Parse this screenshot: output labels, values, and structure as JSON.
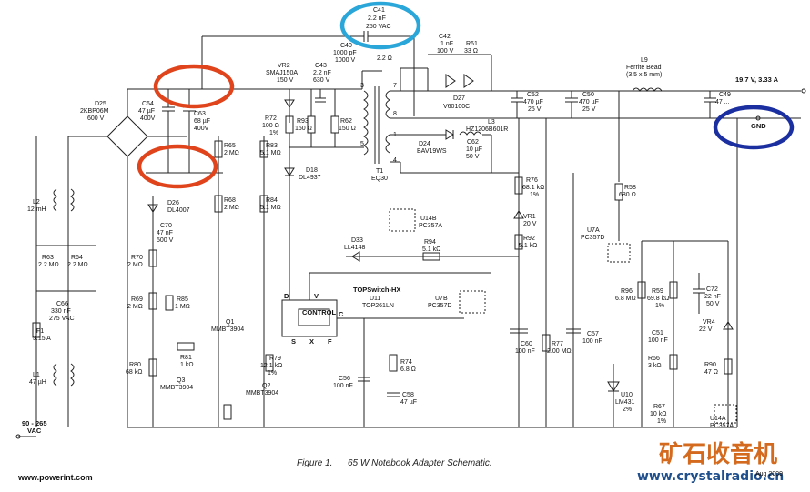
{
  "components": {
    "C41": [
      "C41",
      "2.2 nF",
      "250 VAC"
    ],
    "C40": [
      "C40",
      "1000 pF",
      "1000 V"
    ],
    "C42": [
      "C42",
      "1 nF",
      "100 V"
    ],
    "R61": [
      "R61",
      "33 Ω"
    ],
    "R_22": [
      "2.2 Ω"
    ],
    "D27": [
      "D27",
      "V60100C"
    ],
    "VR2": [
      "VR2",
      "SMAJ150A",
      "150 V"
    ],
    "C43": [
      "C43",
      "2.2 nF",
      "630 V"
    ],
    "D25": [
      "D25",
      "2KBP06M",
      "600 V"
    ],
    "C64": [
      "C64",
      "47 µF",
      "400V"
    ],
    "C63": [
      "C63",
      "68 µF",
      "400V"
    ],
    "R72": [
      "R72",
      "100 Ω",
      "1%"
    ],
    "R93": [
      "R93",
      "150 Ω"
    ],
    "R62": [
      "R62",
      "150 Ω"
    ],
    "R65": [
      "R65",
      "2 MΩ"
    ],
    "R83": [
      "R83",
      "5.1 MΩ"
    ],
    "D18": [
      "D18",
      "DL4937"
    ],
    "T1": [
      "T1",
      "EQ30"
    ],
    "D24": [
      "D24",
      "BAV19WS"
    ],
    "L3": [
      "L3",
      "HZ1206B601R"
    ],
    "C62": [
      "C62",
      "10 µF",
      "50 V"
    ],
    "C52": [
      "C52",
      "470 µF",
      "25 V"
    ],
    "C50": [
      "C50",
      "470 µF",
      "25 V"
    ],
    "L9": [
      "L9",
      "Ferrite Bead",
      "(3.5 x 5 mm)"
    ],
    "C49": [
      "C49",
      "47 ..."
    ],
    "OUT": [
      "19.7 V, 3.33 A"
    ],
    "GND": [
      "GND"
    ],
    "D26": [
      "D26",
      "DL4007"
    ],
    "L2": [
      "L2",
      "12 mH"
    ],
    "R68": [
      "R68",
      "2 MΩ"
    ],
    "R84": [
      "R84",
      "5.1 MΩ"
    ],
    "R76": [
      "R76",
      "68.1 kΩ",
      "1%"
    ],
    "R58": [
      "R58",
      "680 Ω"
    ],
    "U14B": [
      "U14B",
      "PC357A"
    ],
    "VR1": [
      "VR1",
      "20 V"
    ],
    "C70": [
      "C70",
      "47 nF",
      "500 V"
    ],
    "R63": [
      "R63",
      "2.2 MΩ"
    ],
    "R64": [
      "R64",
      "2.2 MΩ"
    ],
    "D33": [
      "D33",
      "LL4148"
    ],
    "R94": [
      "R94",
      "5.1 kΩ"
    ],
    "R92": [
      "R92",
      "5.1 kΩ"
    ],
    "U7A": [
      "U7A",
      "PC357D"
    ],
    "R70": [
      "R70",
      "2 MΩ"
    ],
    "C66": [
      "C66",
      "330 nF",
      "275 VAC"
    ],
    "R69": [
      "R69",
      "2 MΩ"
    ],
    "R85": [
      "R85",
      "1 MΩ"
    ],
    "U11": [
      "TOPSwitch-HX",
      "U11",
      "TOP261LN"
    ],
    "U7B": [
      "U7B",
      "PC357D"
    ],
    "R96": [
      "R96",
      "6.8 MΩ"
    ],
    "R59": [
      "R59",
      "69.8 kΩ",
      "1%"
    ],
    "C72": [
      "C72",
      "22 nF",
      "50 V"
    ],
    "F1": [
      "F1",
      "3.15 A"
    ],
    "Q1": [
      "Q1",
      "MMBT3904"
    ],
    "C51": [
      "C51",
      "100 nF"
    ],
    "VR4": [
      "VR4",
      "22 V"
    ],
    "R81": [
      "R81",
      "1 kΩ"
    ],
    "R79": [
      "R79",
      "12.1 kΩ",
      "1%"
    ],
    "C60": [
      "C60",
      "100 nF"
    ],
    "R77": [
      "R77",
      "2.00 MΩ"
    ],
    "C57": [
      "C57",
      "100 nF"
    ],
    "R80": [
      "R80",
      "68 kΩ"
    ],
    "Q3": [
      "Q3",
      "MMBT3904"
    ],
    "Q2": [
      "Q2",
      "MMBT3904"
    ],
    "R74": [
      "R74",
      "6.8 Ω"
    ],
    "R66": [
      "R66",
      "3 kΩ"
    ],
    "L1": [
      "L1",
      "47 µH"
    ],
    "C56": [
      "C56",
      "100 nF"
    ],
    "C58": [
      "C58",
      "47 µF"
    ],
    "U10": [
      "U10",
      "LM431",
      "2%"
    ],
    "R67": [
      "R67",
      "10 kΩ",
      "1%"
    ],
    "R90": [
      "R90",
      "47 Ω"
    ],
    "U14A": [
      "U14A",
      "PC357A"
    ],
    "VIN": [
      "90 - 265",
      "VAC"
    ]
  },
  "pins": {
    "D": "D",
    "S": "S",
    "V": "V",
    "C": "C",
    "X": "X",
    "F": "F",
    "control": "CONTROL",
    "t3": "3",
    "t5": "5",
    "t7": "7",
    "t8": "8",
    "t1": "1",
    "t4": "4"
  },
  "caption": {
    "fig": "Figure 1.",
    "text": "65 W Notebook Adapter Schematic."
  },
  "footer": {
    "url": "www.powerint.com"
  },
  "watermark": {
    "cn": "矿石收音机",
    "url": "www.crystalradio.cn",
    "tag": "Aug 2009"
  },
  "highlights": {
    "red": "#e0441c",
    "cyan": "#2aa6d8",
    "blue": "#1c2fa0"
  }
}
